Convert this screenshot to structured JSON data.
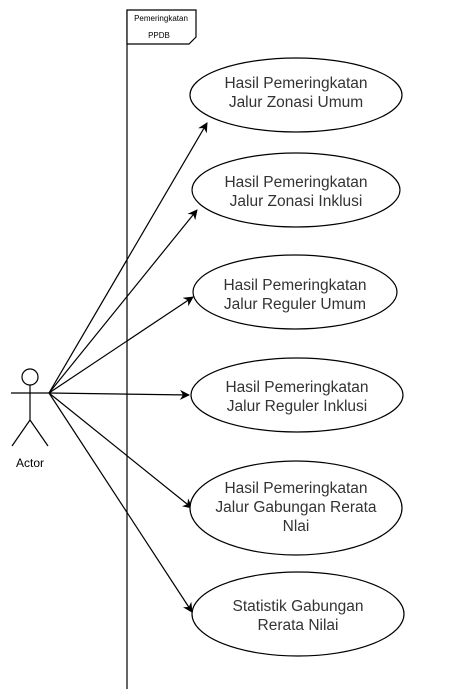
{
  "frame": {
    "label_line1": "Pemeringkatan",
    "label_line2": "PPDB"
  },
  "actor": {
    "label": "Actor"
  },
  "use_cases": [
    {
      "line1": "Hasil Pemeringkatan",
      "line2": "Jalur Zonasi Umum",
      "line3": ""
    },
    {
      "line1": "Hasil Pemeringkatan",
      "line2": "Jalur Zonasi Inklusi",
      "line3": ""
    },
    {
      "line1": "Hasil Pemeringkatan",
      "line2": "Jalur Reguler Umum",
      "line3": ""
    },
    {
      "line1": "Hasil Pemeringkatan",
      "line2": "Jalur Reguler Inklusi",
      "line3": ""
    },
    {
      "line1": "Hasil Pemeringkatan",
      "line2": "Jalur Gabungan Rerata",
      "line3": "Nlai"
    },
    {
      "line1": "Statistik Gabungan",
      "line2": "Rerata Nilai",
      "line3": ""
    }
  ],
  "colors": {
    "stroke": "#000000",
    "text": "#333333",
    "background": "#ffffff"
  }
}
